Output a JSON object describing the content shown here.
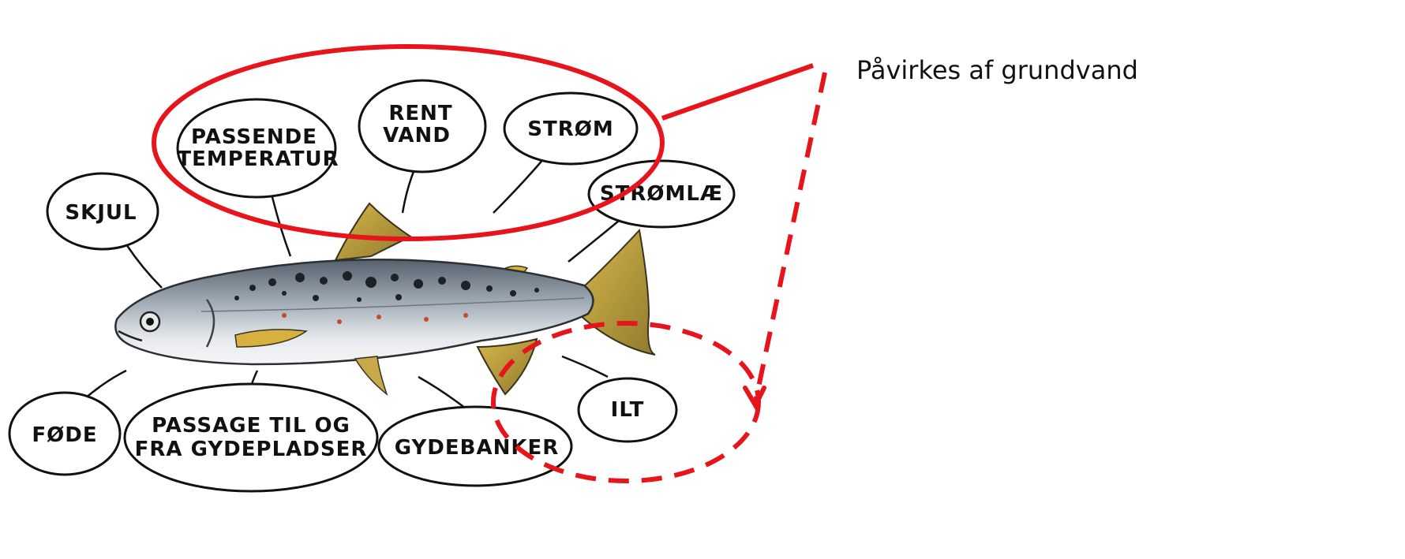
{
  "caption": "Påvirkes af grundvand",
  "bubbles": {
    "skjul": "SKJUL",
    "passende_temperatur": [
      "PASSENDE",
      "TEMPERATUR"
    ],
    "rent_vand": [
      "RENT",
      "VAND"
    ],
    "strom": "STRØM",
    "stromlae": "STRØMLÆ",
    "fode": "FØDE",
    "passage": [
      "PASSAGE TIL OG",
      "FRA GYDEPLADSER"
    ],
    "gydebanker": "GYDEBANKER",
    "ilt": "ILT"
  },
  "colors": {
    "highlight": "#e8141c",
    "outline": "#111111",
    "fish_body": "#9aa7b2",
    "fish_fin": "#c7a33a"
  }
}
